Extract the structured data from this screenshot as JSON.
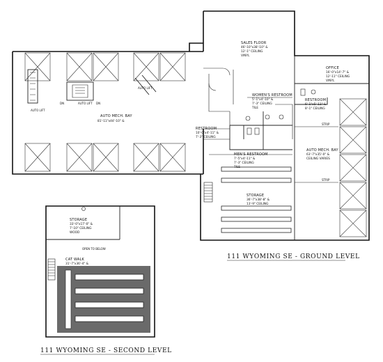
{
  "ground_level": {
    "title": "111 WYOMING SE - GROUND LEVEL",
    "rooms": {
      "sales_floor": {
        "name": "SALES FLOOR",
        "dims": "46'-10\"x38'-10\" &",
        "ceiling": "12'-1\" CEILING",
        "finish": "VINYL"
      },
      "office": {
        "name": "OFFICE",
        "dims": "16'-0\"x14'-7\" &",
        "ceiling": "12'-11\" CEILING",
        "finish": "VINYL"
      },
      "restroom_right": {
        "name": "RESTROOM",
        "dims": "6'-1\"x5'-11\" &",
        "ceiling": "8'-1\" CEILING"
      },
      "womens_restroom": {
        "name": "WOMEN'S RESTROOM",
        "dims": "5'-1\"x4'-10\" &",
        "ceiling": "7'-3\" CEILING",
        "finish": "TILE"
      },
      "restroom_left": {
        "name": "RESTROOM",
        "dims": "10'-0\"x4'-11\" &",
        "ceiling": "7'-3\" CEILING"
      },
      "mens_restroom": {
        "name": "MEN'S RESTROOM",
        "dims": "7'-5\"x4'-11\" &",
        "ceiling": "7'-3\" CEILING",
        "finish": "TILE"
      },
      "auto_mech_bay_left": {
        "name": "AUTO MECH. BAY",
        "dims": "81'-11\"x44'-10\" &"
      },
      "auto_mech_bay_right": {
        "name": "AUTO MECH. BAY",
        "dims": "63'-7\"x35'-0\" &",
        "ceiling": "CEILING VARIES"
      },
      "storage": {
        "name": "STORAGE",
        "dims": "36'-7\"x38'-8\" &",
        "ceiling": "13'-9\" CEILING"
      }
    },
    "labels": {
      "auto_lift_center": "AUTO LIFT",
      "auto_lift_left": "AUTO LIFT",
      "auto_lift_right": "AUTO LIFT",
      "strip_top": "STRIP",
      "strip_bottom": "STRIP",
      "dn_left": "DN",
      "dn_right": "DN"
    }
  },
  "second_level": {
    "title": "111 WYOMING SE - SECOND LEVEL",
    "rooms": {
      "storage": {
        "name": "STORAGE",
        "dims": "33'-0\"x17'-0\" &",
        "ceiling": "7'-10\" CEILING",
        "finish": "WOOD"
      },
      "cat_walk": {
        "name": "CAT WALK",
        "dims": "31'-7\"x36'-4\" &"
      }
    },
    "labels": {
      "open_to_below": "OPEN TO BELOW"
    }
  }
}
